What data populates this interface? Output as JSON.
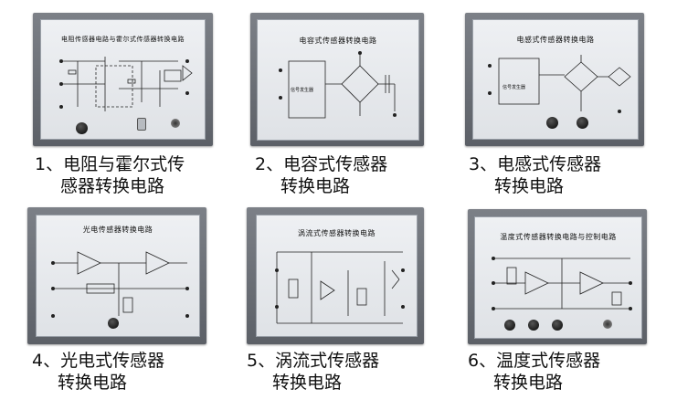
{
  "panels": [
    {
      "title": "电阻传感器电路与霍尔式传感器转换电路",
      "caption_line1": "1、电阻与霍尔式传",
      "caption_line2": "感器转换电路"
    },
    {
      "title": "电容式传感器转换电路",
      "caption_line1": "2、电容式传感器",
      "caption_line2": "转换电路",
      "block_label": "信号发生器"
    },
    {
      "title": "电感式传感器转换电路",
      "caption_line1": "3、电感式传感器",
      "caption_line2": "转换电路",
      "block_label": "信号发生器"
    },
    {
      "title": "光电传感器转换电路",
      "caption_line1": "4、光电式传感器",
      "caption_line2": "转换电路"
    },
    {
      "title": "涡流式传感器转换电路",
      "caption_line1": "5、涡流式传感器",
      "caption_line2": "转换电路"
    },
    {
      "title": "温度式传感器转换电路与控制电路",
      "caption_line1": "6、温度式传感器",
      "caption_line2": "转换电路"
    }
  ],
  "icons": {
    "knob": "knob-icon",
    "toggle": "toggle-switch-icon",
    "terminal": "terminal-jack-icon"
  }
}
